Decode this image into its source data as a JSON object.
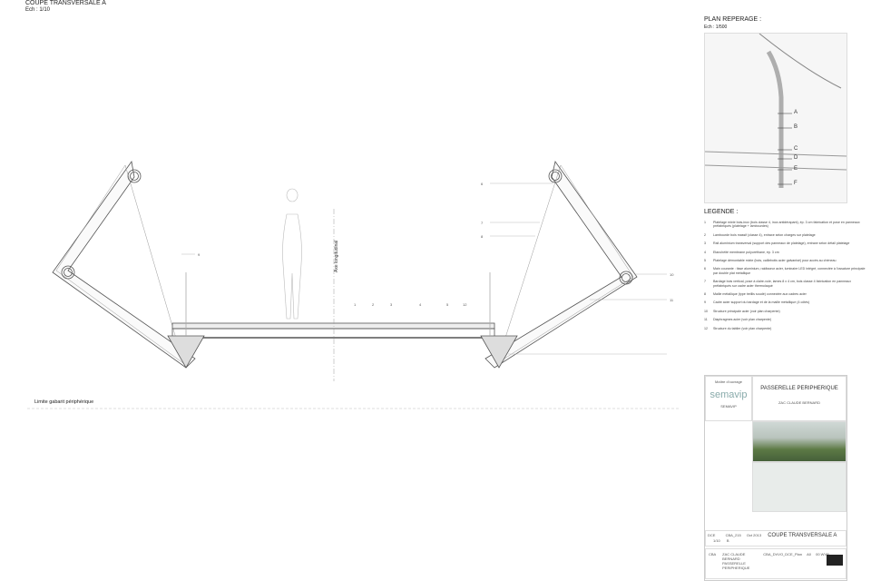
{
  "header": {
    "title": "COUPE TRANSVERSALE A",
    "scale": "Ech : 1/10"
  },
  "section": {
    "axis_label": "Axe longitudinal",
    "limit_label": "Limite gabarit périphérique",
    "callouts": [
      "1",
      "2",
      "3",
      "4",
      "5",
      "12",
      "6",
      "7",
      "8",
      "9",
      "10",
      "11"
    ]
  },
  "plan": {
    "title": "PLAN REPERAGE :",
    "scale": "Ech : 1/500",
    "letters": [
      "A",
      "B",
      "C",
      "D",
      "E",
      "F"
    ]
  },
  "legend": {
    "title": "LEGENDE :",
    "items": [
      {
        "num": "1",
        "text": "Platelage mixte bois-inox (bois classe 4, inox antidérapant), ép. 3 cm fabrication et pose en panneaux préfabriqués (platelage + lambourdes)"
      },
      {
        "num": "2",
        "text": "Lambourde bois massif (classe 4), entraxe selon charges sur platelage"
      },
      {
        "num": "3",
        "text": "Rail aluminium transversal (support des panneaux de platelage), entraxe selon détail platelage"
      },
      {
        "num": "4",
        "text": "Etanchéité membrane polyuréthane, ép. 3 cm"
      },
      {
        "num": "5",
        "text": "Platelage démontable mixte (bois, caillebotis acier galvanisé) pour accès au chéneau"
      },
      {
        "num": "6",
        "text": "Main courante : tisse aluminium, raidisseur acier, luminaire LED intégré, connectée à l'ossature principale par double plat métallique"
      },
      {
        "num": "7",
        "text": "Bardage bois vertical, pose à claire-voie, lames 8 x 4 cm, bois classe 4 fabrication en panneaux préfabriqués sur cadre acier thermolaqué"
      },
      {
        "num": "8",
        "text": "Maille métallique (type treillis soudé) connectée aux cadres acier"
      },
      {
        "num": "9",
        "text": "Cadre acier support du bardage et de la maille métallique (4 côtés)"
      },
      {
        "num": "10",
        "text": "Structure principale acier (voir plan charpente)"
      },
      {
        "num": "11",
        "text": "Diaphragmes acier (voir plan charpente)"
      },
      {
        "num": "12",
        "text": "Structure du tablier (voir plan charpente)"
      }
    ]
  },
  "title_block": {
    "owner_label": "Maître d'ouvrage",
    "logo": "semavip",
    "owner_name": "SEMAVIP",
    "project": "PASSERELLE PERIPHERIQUE",
    "site": "ZAC CLAUDE BERNARD",
    "phase": "DCE",
    "code": "CBA_215",
    "date": "Oct 2013",
    "drawing_title": "COUPE TRANSVERSALE A",
    "scale": "1/10",
    "index": "B",
    "author": "CBA",
    "project_full": "ZAC CLAUDE BERNARD PASSERELLE PERIPHERIQUE",
    "file": "CBA_DVVO_DCE_Plan",
    "format": "A0",
    "sheet": "00 WVP"
  }
}
